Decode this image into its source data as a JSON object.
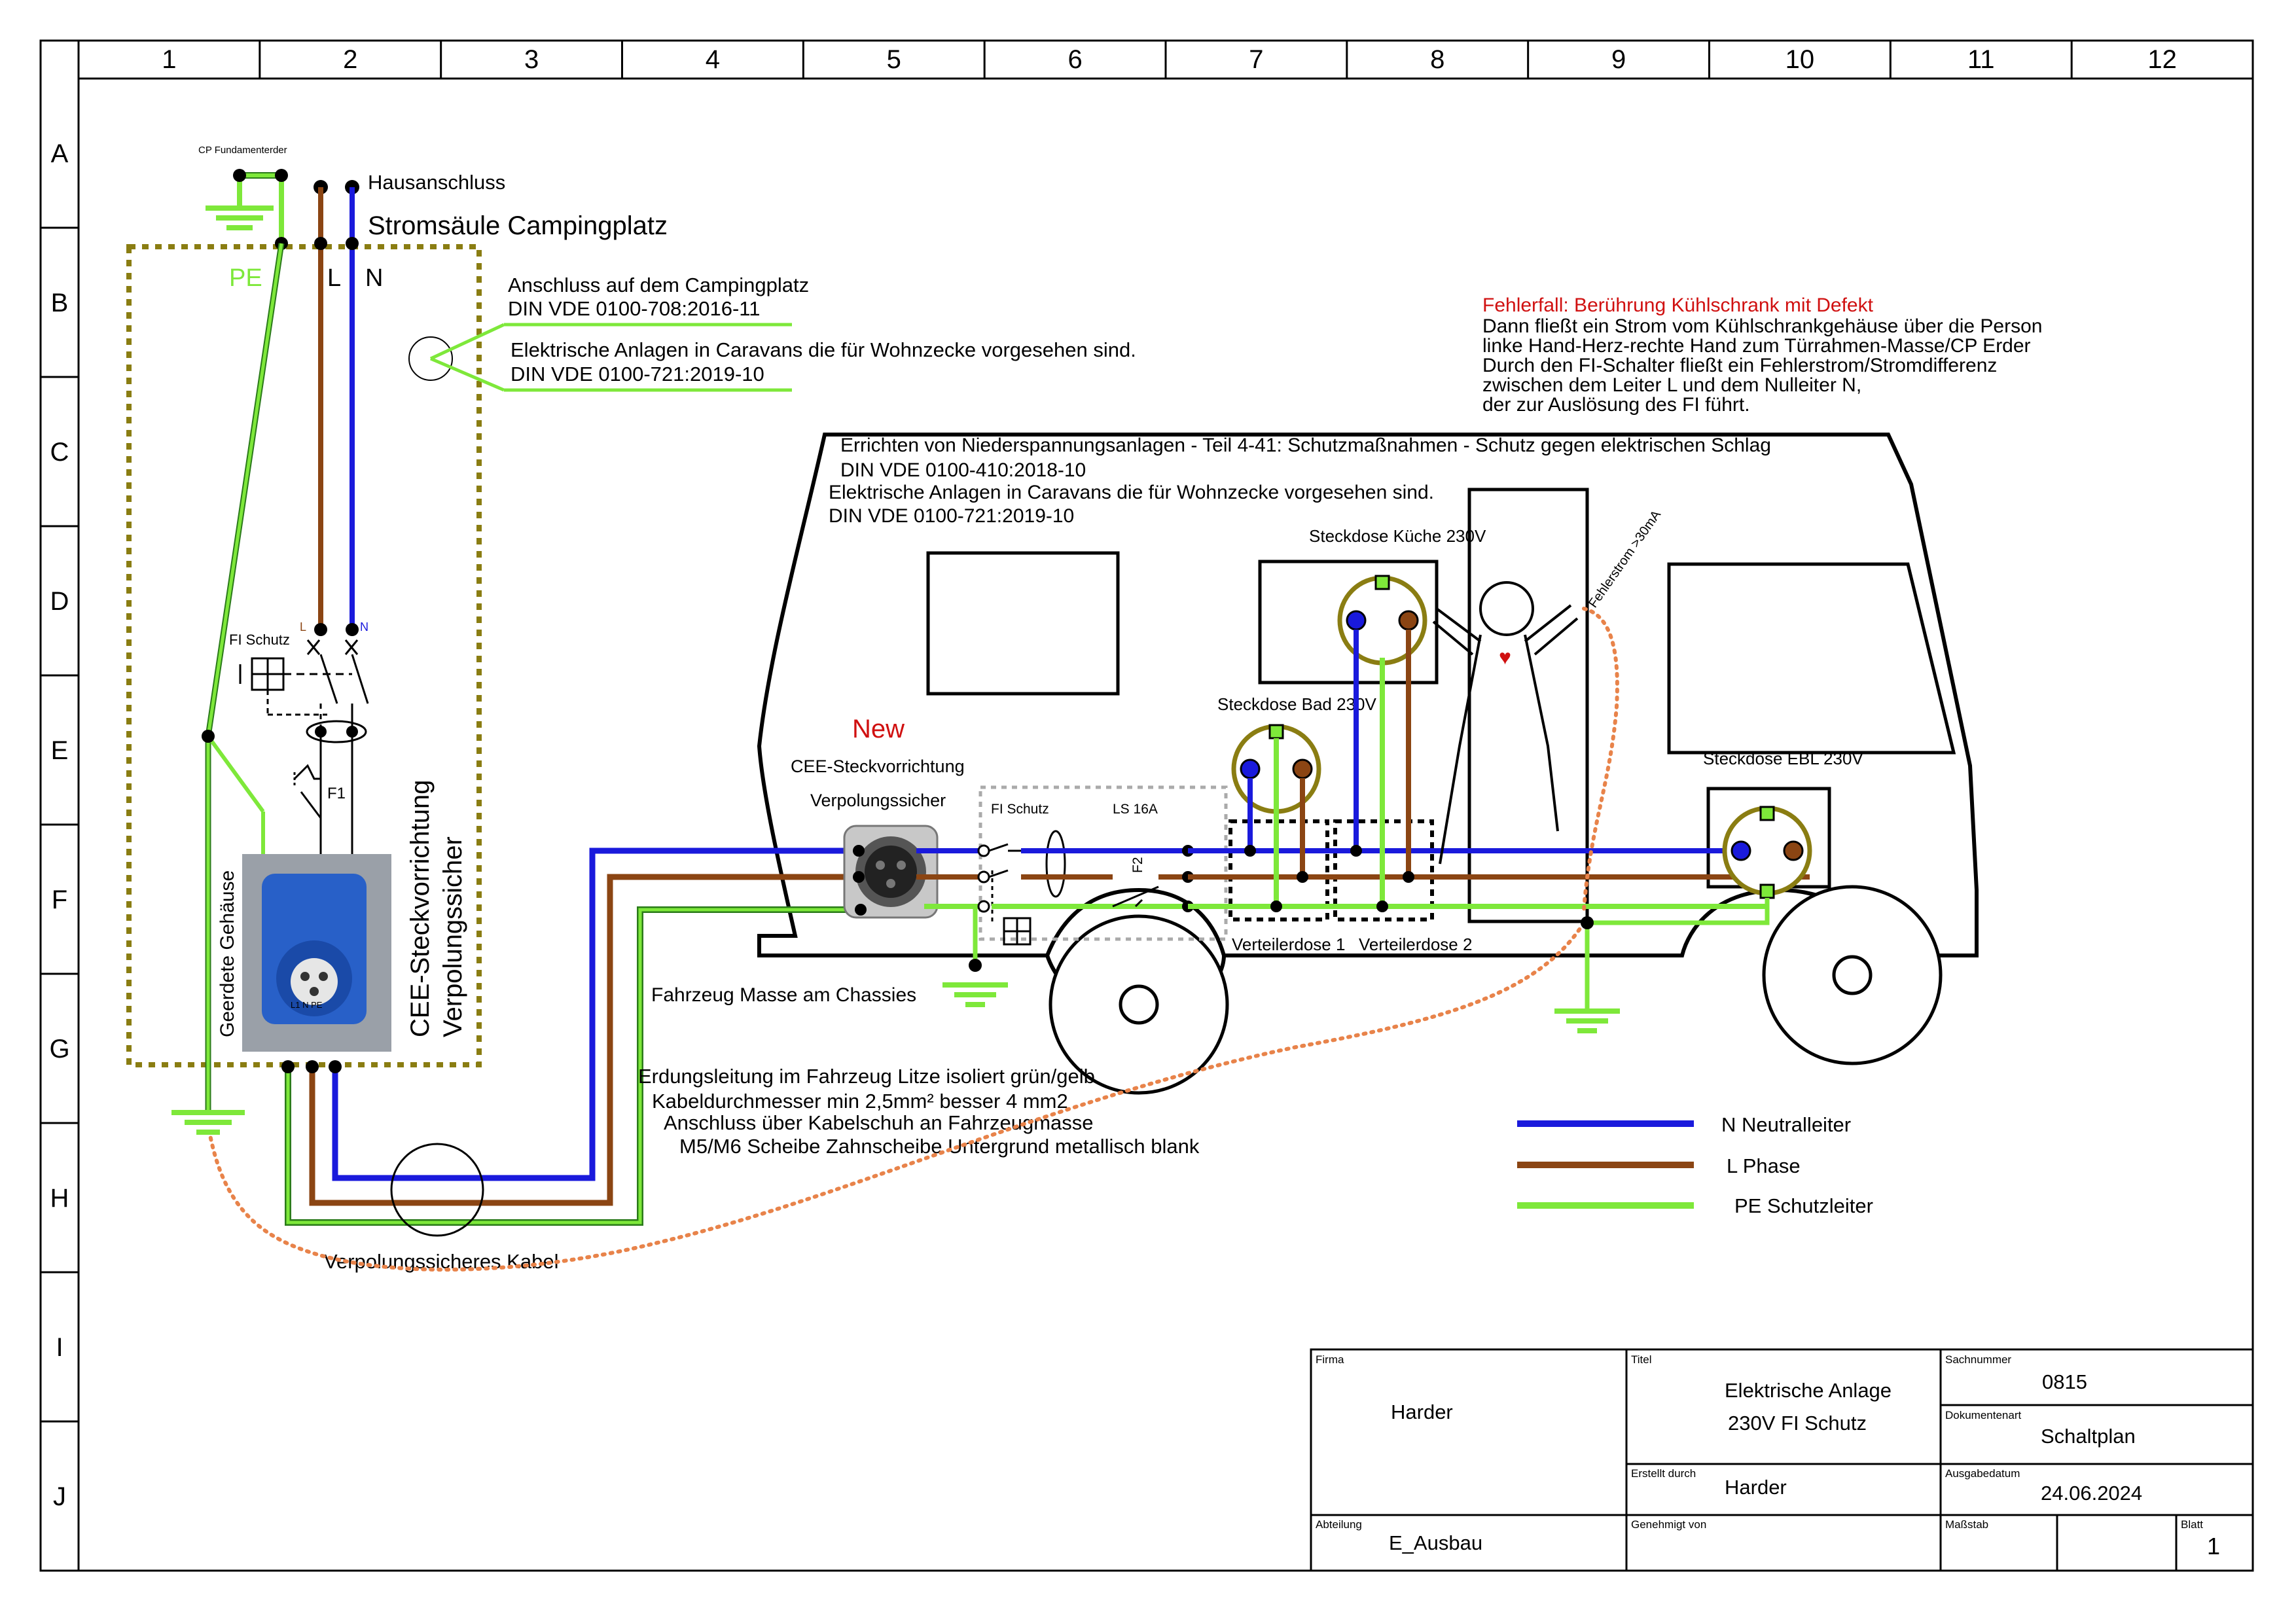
{
  "grid": {
    "columns": [
      "1",
      "2",
      "3",
      "4",
      "5",
      "6",
      "7",
      "8",
      "9",
      "10",
      "11",
      "12"
    ],
    "rows": [
      "A",
      "B",
      "C",
      "D",
      "E",
      "F",
      "G",
      "H",
      "I",
      "J"
    ]
  },
  "colors": {
    "neutral": "#1a1adc",
    "phase": "#8b4513",
    "pe": "#7ee83a",
    "pe_dark": "#2a7a1a",
    "box_dotted": "#8a7d12",
    "fault_path": "#e8834a",
    "fault_title": "#d01010"
  },
  "supply": {
    "cp_ground_label": "CP Fundamenterder",
    "house_connection": "Hausanschluss",
    "pillar_title": "Stromsäule Campingplatz",
    "pe_label": "PE",
    "l_label": "L",
    "n_label": "N",
    "terminal_l": "L",
    "terminal_n": "N",
    "fi_label": "FI Schutz",
    "f1_label": "F1",
    "grounded_housing": "Geerdete Gehäuse",
    "cee_label_1": "CEE-Steckvorrichtung",
    "cee_label_2": "Verpolungssicher",
    "socket_photo_text": "L1 N PE"
  },
  "norms": {
    "campsite_1": "Anschluss auf dem Campingplatz",
    "campsite_2": "DIN VDE 0100-708:2016-11",
    "caravan_1": "Elektrische Anlagen in Caravans die für Wohnzecke vorgesehen sind.",
    "caravan_2": "DIN VDE 0100-721:2019-10"
  },
  "vehicle": {
    "protection_1": "Errichten von Niederspannungsanlagen - Teil 4-41: Schutzmaßnahmen - Schutz gegen elektrischen Schlag",
    "protection_2": "DIN VDE 0100-410:2018-10",
    "caravan_1": "Elektrische Anlagen in Caravans die für Wohnzecke vorgesehen sind.",
    "caravan_2": "DIN VDE 0100-721:2019-10",
    "new_label": "New",
    "cee_1": "CEE-Steckvorrichtung",
    "cee_2": "Verpolungssicher",
    "fi_label": "FI Schutz",
    "ls_label": "LS 16A",
    "f2_label": "F2",
    "socket_kitchen": "Steckdose Küche 230V",
    "socket_bath": "Steckdose Bad 230V",
    "socket_ebl": "Steckdose EBL 230V",
    "junction_1": "Verteilerdose 1",
    "junction_2": "Verteilerdose 2",
    "chassis_ground": "Fahrzeug Masse am Chassies",
    "fault_current": "Fehlerstrom >30mA"
  },
  "fault": {
    "title": "Fehlerfall: Berührung Kühlschrank mit Defekt",
    "lines": [
      "Dann fließt ein Strom vom Kühlschrankgehäuse über die Person",
      "linke Hand-Herz-rechte Hand zum Türrahmen-Masse/CP Erder",
      "Durch den FI-Schalter fließt ein Fehlerstrom/Stromdifferenz",
      "zwischen dem Leiter L und dem Nulleiter N,",
      "der zur Auslösung des FI führt."
    ]
  },
  "grounding_notes": [
    "Erdungsleitung im Fahrzeug Litze isoliert grün/gelb",
    "Kabeldurchmesser min 2,5mm² besser 4 mm2",
    "Anschluss über Kabelschuh an Fahrzeugmasse",
    "M5/M6 Scheibe Zahnscheibe Untergrund metallisch blank"
  ],
  "cable_label": "Verpolungssicheres Kabel",
  "legend": [
    {
      "color": "#1a1adc",
      "label": "N Neutralleiter"
    },
    {
      "color": "#8b4513",
      "label": "L Phase"
    },
    {
      "color": "#7ee83a",
      "label": "PE Schutzleiter"
    }
  ],
  "title_block": {
    "firma_label": "Firma",
    "firma": "Harder",
    "titel_label": "Titel",
    "titel_1": "Elektrische Anlage",
    "titel_2": "230V FI Schutz",
    "sachnummer_label": "Sachnummer",
    "sachnummer": "0815",
    "dokumentenart_label": "Dokumentenart",
    "dokumentenart": "Schaltplan",
    "erstellt_label": "Erstellt durch",
    "erstellt": "Harder",
    "ausgabedatum_label": "Ausgabedatum",
    "ausgabedatum": "24.06.2024",
    "abteilung_label": "Abteilung",
    "abteilung": "E_Ausbau",
    "genehmigt_label": "Genehmigt von",
    "massstab_label": "Maßstab",
    "blatt_label": "Blatt",
    "blatt": "1"
  }
}
